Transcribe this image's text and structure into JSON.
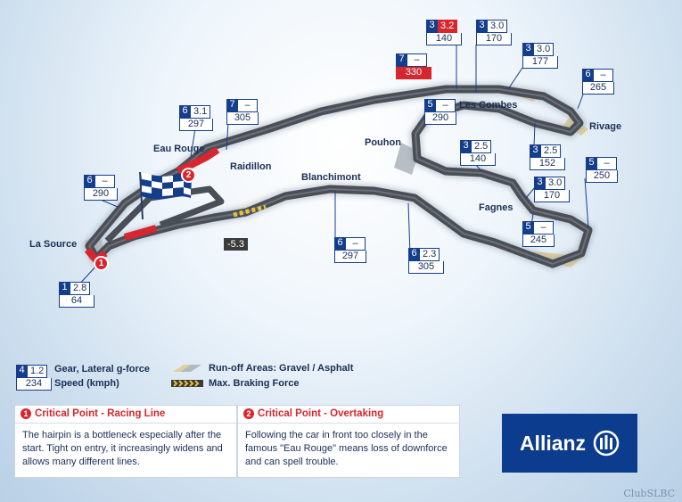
{
  "corners": {
    "la_source": "La Source",
    "eau_rouge": "Eau Rouge",
    "raidillon": "Raidillon",
    "blanchimont": "Blanchimont",
    "pouhon": "Pouhon",
    "les_combes": "Les Combes",
    "rivage": "Rivage",
    "fagnes": "Fagnes"
  },
  "callouts": [
    {
      "id": "c1",
      "gear": "1",
      "gforce": "2.8",
      "speed": "64"
    },
    {
      "id": "c2",
      "gear": "6",
      "gforce": "–",
      "speed": "290"
    },
    {
      "id": "c3",
      "gear": "6",
      "gforce": "3.1",
      "speed": "297"
    },
    {
      "id": "c4",
      "gear": "7",
      "gforce": "–",
      "speed": "305"
    },
    {
      "id": "c5",
      "gear": "7",
      "gforce": "–",
      "speed": "330",
      "highlight": "speed"
    },
    {
      "id": "c6",
      "gear": "3",
      "gforce": "3.2",
      "speed": "140",
      "highlight": "gforce"
    },
    {
      "id": "c7",
      "gear": "3",
      "gforce": "3.0",
      "speed": "170"
    },
    {
      "id": "c8",
      "gear": "3",
      "gforce": "3.0",
      "speed": "177"
    },
    {
      "id": "c9",
      "gear": "6",
      "gforce": "–",
      "speed": "265"
    },
    {
      "id": "c10",
      "gear": "5",
      "gforce": "–",
      "speed": "290"
    },
    {
      "id": "c11",
      "gear": "3",
      "gforce": "2.5",
      "speed": "140"
    },
    {
      "id": "c12",
      "gear": "3",
      "gforce": "2.5",
      "speed": "152"
    },
    {
      "id": "c13",
      "gear": "5",
      "gforce": "–",
      "speed": "250"
    },
    {
      "id": "c14",
      "gear": "3",
      "gforce": "3.0",
      "speed": "170"
    },
    {
      "id": "c15",
      "gear": "5",
      "gforce": "–",
      "speed": "245"
    },
    {
      "id": "c16",
      "gear": "6",
      "gforce": "–",
      "speed": "297"
    },
    {
      "id": "c17",
      "gear": "6",
      "gforce": "2.3",
      "speed": "305"
    }
  ],
  "braking_value": "-5.3",
  "critical_markers": [
    "1",
    "2"
  ],
  "legend": {
    "sample_gear": "4",
    "sample_gforce": "1.2",
    "sample_speed": "234",
    "gear_label": "Gear, Lateral g-force",
    "speed_label": "Speed (kmph)",
    "runoff_label": "Run-off Areas: Gravel / Asphalt",
    "braking_label": "Max. Braking Force"
  },
  "panels": [
    {
      "num": "1",
      "title": "Critical Point - Racing Line",
      "body": "The hairpin is a bottleneck especially after the start. Tight on entry, it increasingly widens and allows many different lines."
    },
    {
      "num": "2",
      "title": "Critical Point - Overtaking",
      "body": "Following the car in front too closely in the famous \"Eau Rouge\" means loss of downforce and can spell trouble."
    }
  ],
  "brand": "Allianz",
  "credit": "ClubSLBC",
  "colors": {
    "accent": "#143e8c",
    "critical": "#d7262e",
    "track": "#4a4f57",
    "runoff": "#e3cf9a"
  }
}
